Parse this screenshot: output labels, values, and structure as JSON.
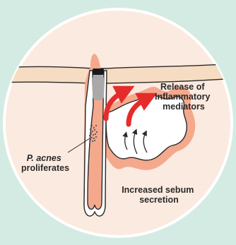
{
  "colors": {
    "background": "#d4ebe4",
    "circle_fill": "#fbeadf",
    "skin_layer": "#f6dcc2",
    "inflamed_tissue": "#f4a98d",
    "sebum": "#ffffff",
    "outline": "#2a2a2a",
    "arrow": "#e52c2c",
    "hair_shaft": "#a9a9a9",
    "plug": "#1a1a1a"
  },
  "labels": {
    "bacteria_name": "P. acnes",
    "bacteria_action": "proliferates",
    "release_line1": "Release of",
    "release_line2": "Inflammatory",
    "release_line3": "mediators",
    "sebum_line1": "Increased sebum",
    "sebum_line2": "secretion"
  },
  "icons": {
    "bacteria": "dot-cluster-icon",
    "inflammation": "red-curved-arrow-icon",
    "sebum_flow": "small-curved-arrow-icon"
  }
}
